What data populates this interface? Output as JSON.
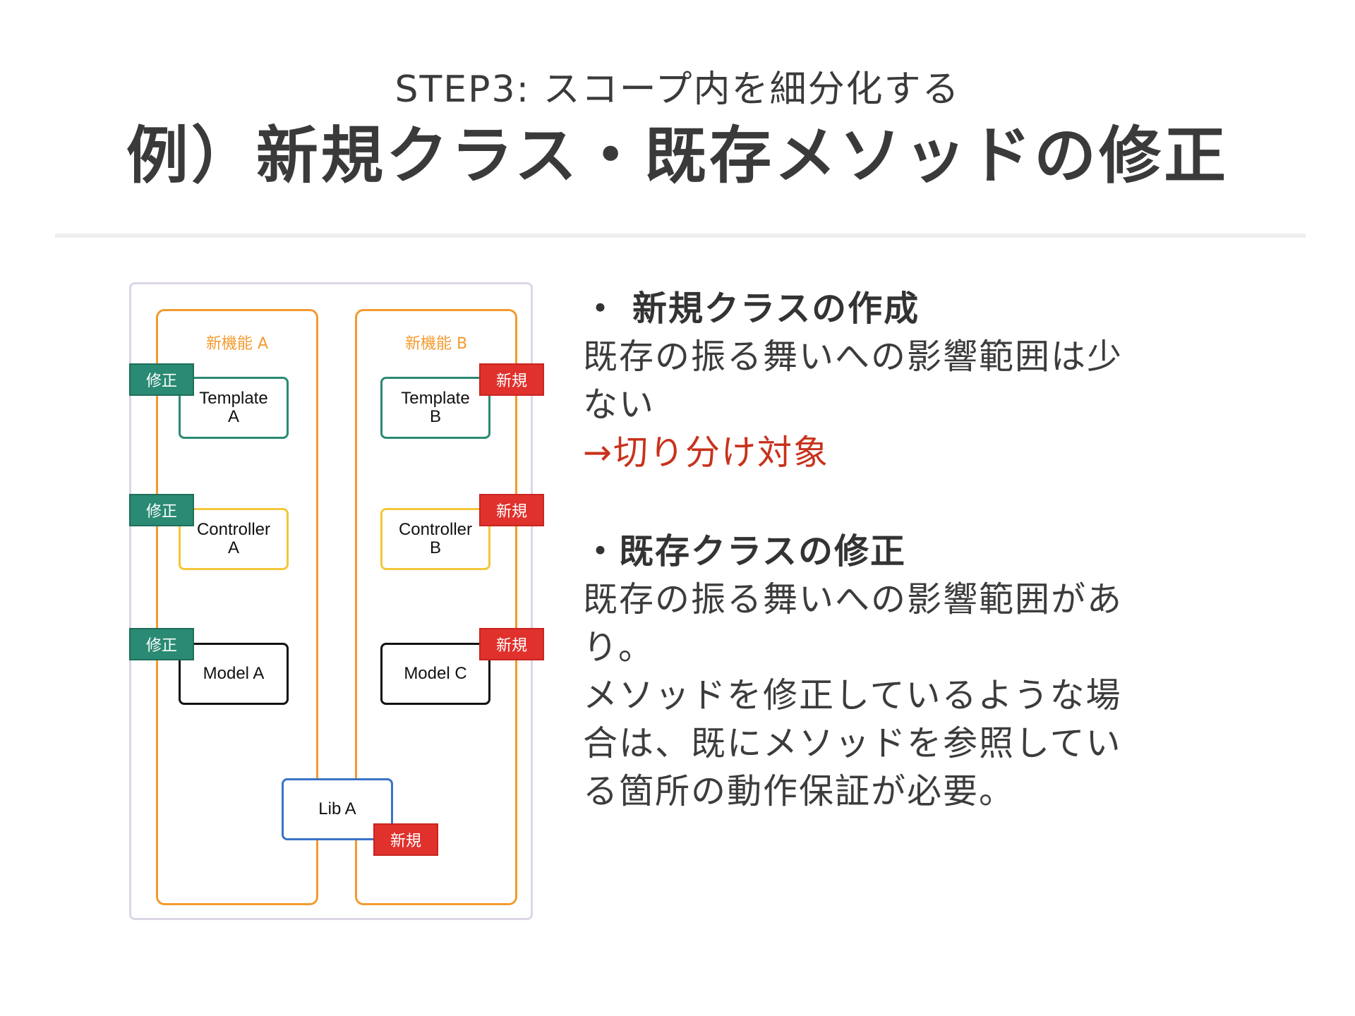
{
  "header": {
    "subtitle": "STEP3: スコープ内を細分化する",
    "title": "例）新規クラス・既存メソッドの修正"
  },
  "diagram": {
    "columns": [
      {
        "label": "新機能 A"
      },
      {
        "label": "新機能 B"
      }
    ],
    "boxes": {
      "template_a": [
        "Template",
        "A"
      ],
      "controller_a": [
        "Controller",
        "A"
      ],
      "model_a": "Model A",
      "template_b": [
        "Template",
        "B"
      ],
      "controller_b": [
        "Controller",
        "B"
      ],
      "model_c": "Model C",
      "lib_a": "Lib A"
    },
    "tags": {
      "fix": "修正",
      "new": "新規"
    },
    "colors": {
      "column": "#f39a2f",
      "fix": "#2a8a73",
      "new": "#e0312c",
      "template_border": "#2a8a73",
      "controller_border": "#f2c73a",
      "model_border": "#111111",
      "lib_border": "#3b73c6"
    }
  },
  "content": {
    "section1": {
      "heading": "・ 新規クラスの作成",
      "line1": "既存の振る舞いへの影響範囲は少",
      "line2": "ない",
      "highlight": "→切り分け対象"
    },
    "section2": {
      "heading": "・既存クラスの修正",
      "line1": "既存の振る舞いへの影響範囲があ",
      "line2": "り。",
      "line3": "メソッドを修正しているような場",
      "line4": "合は、既にメソッドを参照してい",
      "line5": "る箇所の動作保証が必要。"
    },
    "highlight_color": "#c8321c"
  }
}
